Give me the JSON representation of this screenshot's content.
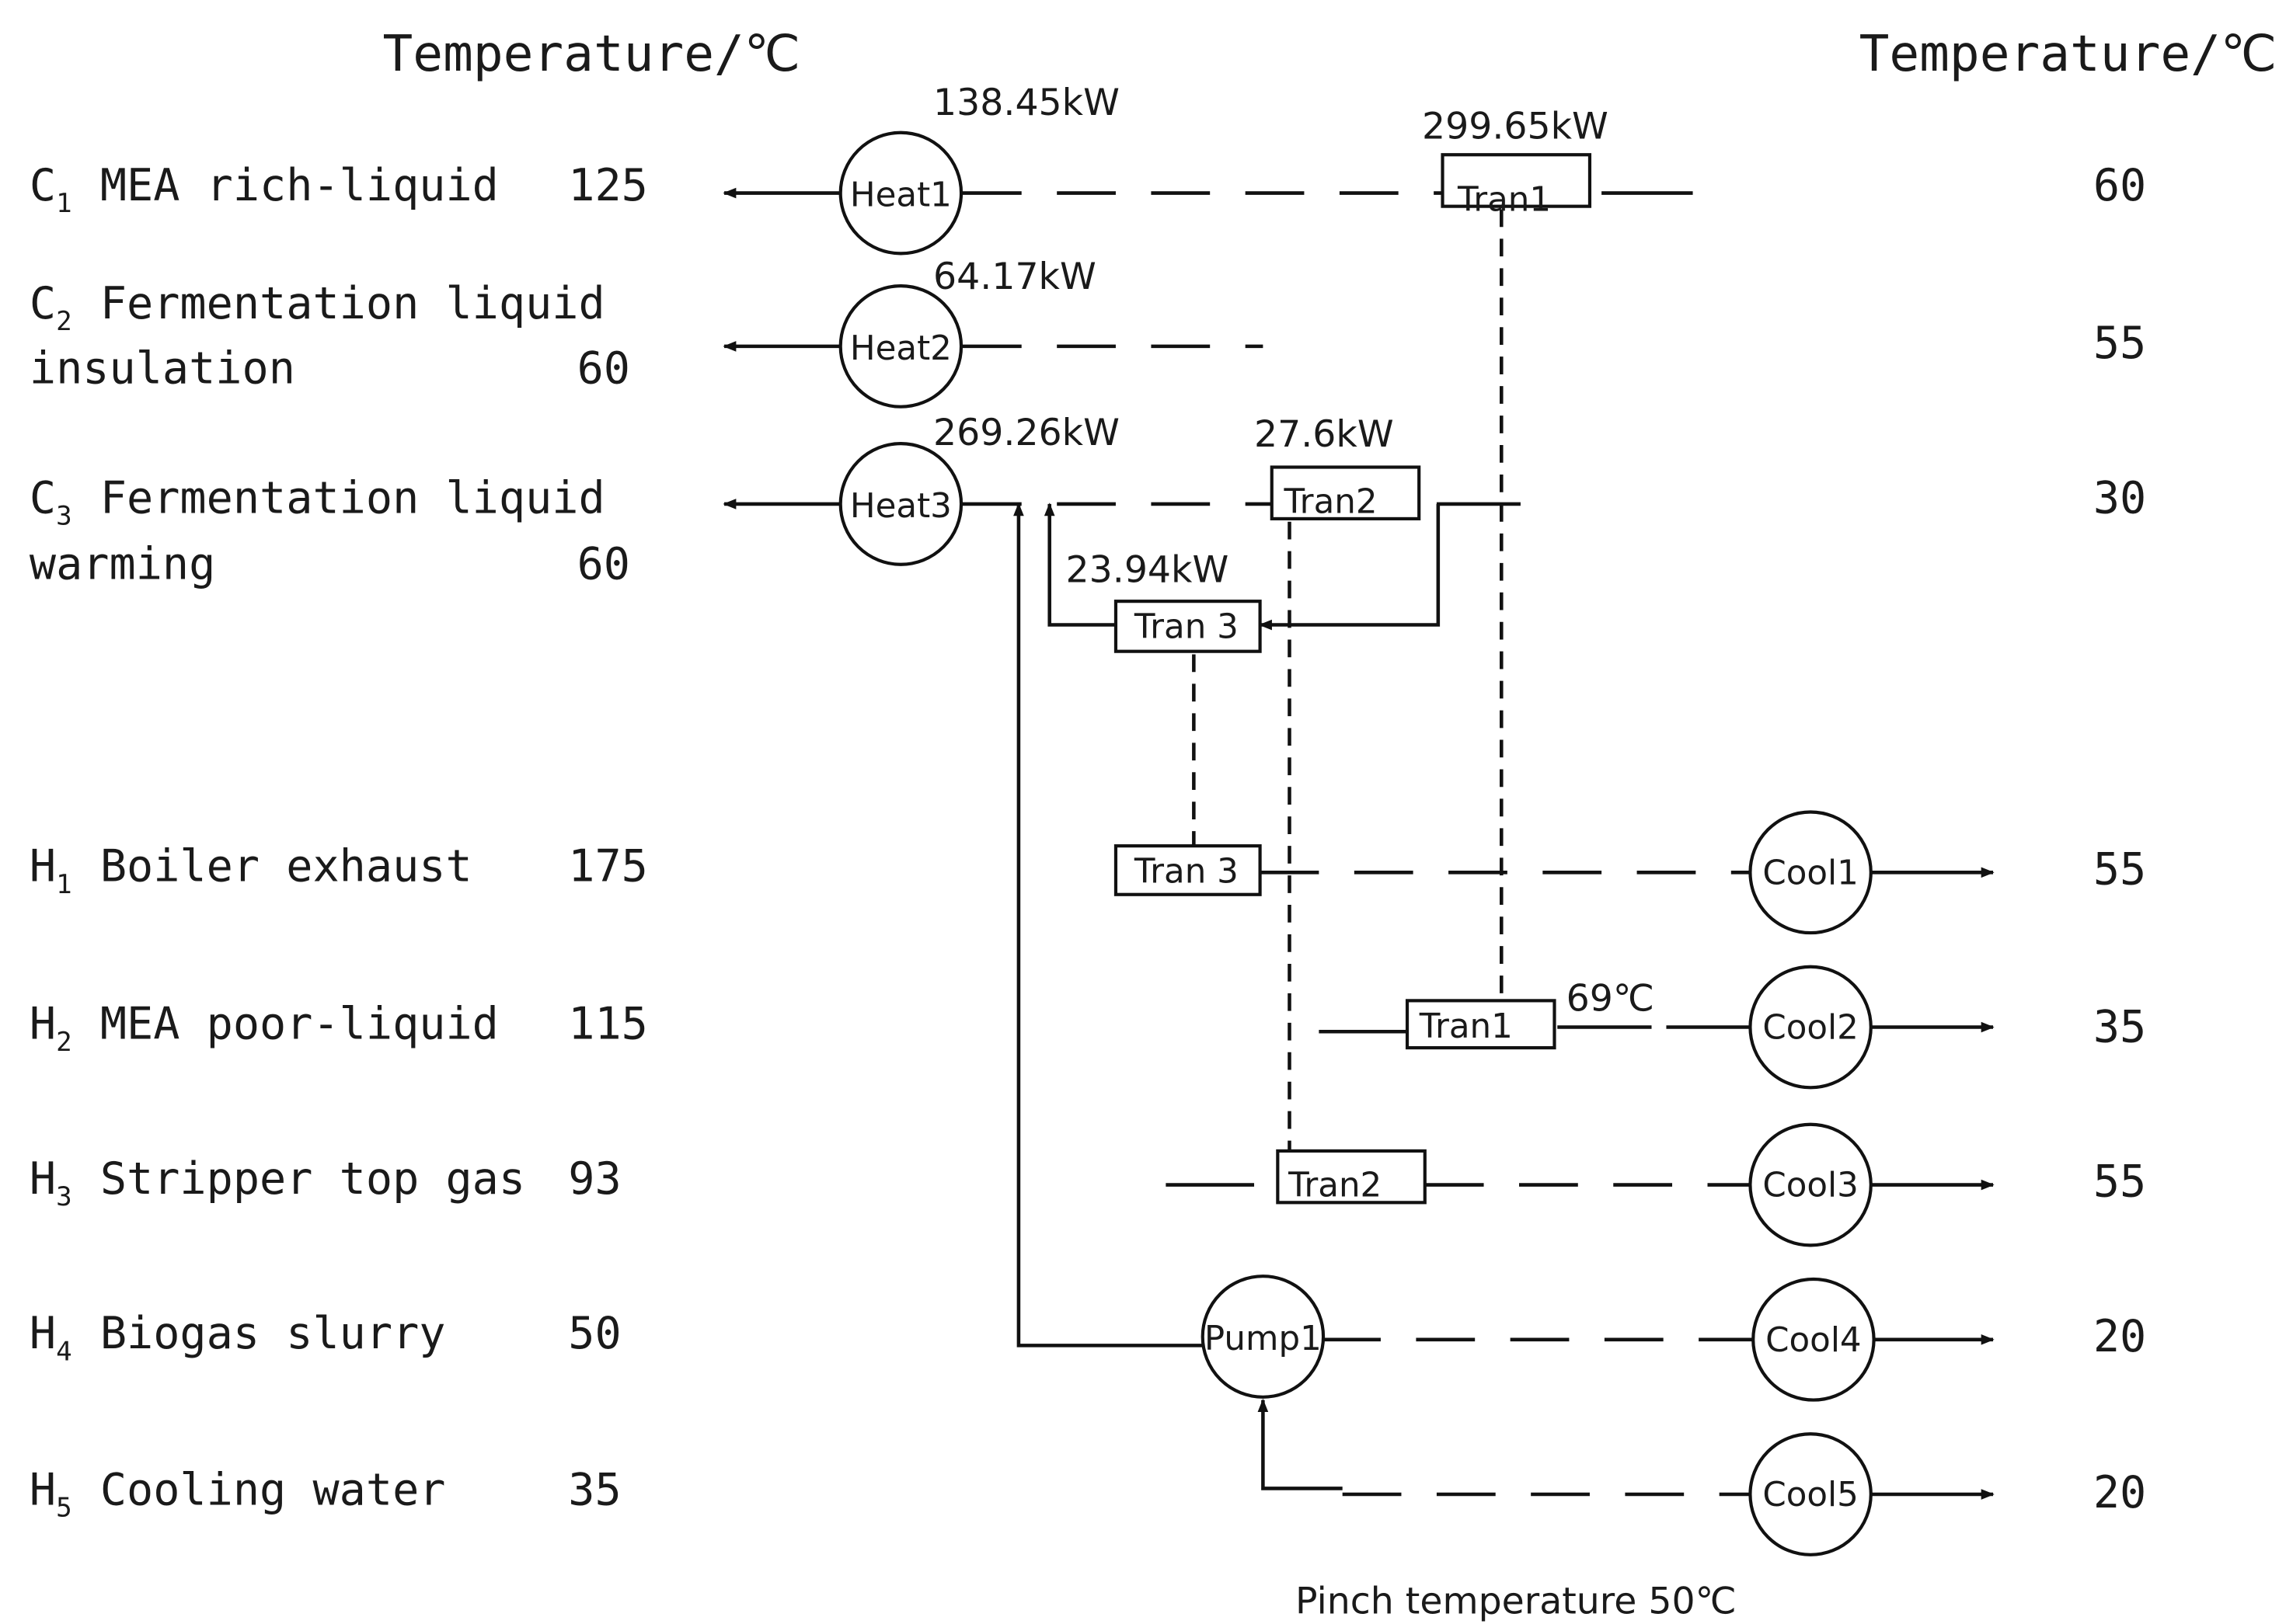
{
  "header": {
    "temp_left": "Temperature/℃",
    "temp_right": "Temperature/℃"
  },
  "streams": {
    "c1": {
      "sym": "C",
      "sub": "1",
      "name": "MEA rich-liquid",
      "in_temp": "125",
      "out_temp": "60"
    },
    "c2": {
      "sym": "C",
      "sub": "2",
      "name_line1": "Fermentation liquid",
      "name_line2": "insulation",
      "in_temp": "60",
      "out_temp": "55"
    },
    "c3": {
      "sym": "C",
      "sub": "3",
      "name_line1": "Fermentation liquid",
      "name_line2": "warming",
      "in_temp": "60",
      "out_temp": "30"
    },
    "h1": {
      "sym": "H",
      "sub": "1",
      "name": "Boiler exhaust",
      "in_temp": "175",
      "out_temp": "55"
    },
    "h2": {
      "sym": "H",
      "sub": "2",
      "name": "MEA poor-liquid",
      "in_temp": "115",
      "out_temp": "35"
    },
    "h3": {
      "sym": "H",
      "sub": "3",
      "name": "Stripper top gas",
      "in_temp": "93",
      "out_temp": "55"
    },
    "h4": {
      "sym": "H",
      "sub": "4",
      "name": "Biogas slurry",
      "in_temp": "50",
      "out_temp": "20"
    },
    "h5": {
      "sym": "H",
      "sub": "5",
      "name": "Cooling water",
      "in_temp": "35",
      "out_temp": "20"
    }
  },
  "units": {
    "heat1": "Heat1",
    "heat2": "Heat2",
    "heat3": "Heat3",
    "tran1_top": "Tran1",
    "tran1_bottom": "Tran1",
    "tran2_top": "Tran2",
    "tran2_bottom": "Tran2",
    "tran3_top": "Tran 3",
    "tran3_bottom": "Tran 3",
    "cool1": "Cool1",
    "cool2": "Cool2",
    "cool3": "Cool3",
    "cool4": "Cool4",
    "cool5": "Cool5",
    "pump1": "Pump1"
  },
  "duties": {
    "heat1": "138.45kW",
    "heat2": "64.17kW",
    "heat3": "269.26kW",
    "tran1": "299.65kW",
    "tran2": "27.6kW",
    "tran3": "23.94kW",
    "tran1_outlet_temp": "69℃"
  },
  "footer": {
    "pinch": "Pinch temperature 50℃"
  }
}
